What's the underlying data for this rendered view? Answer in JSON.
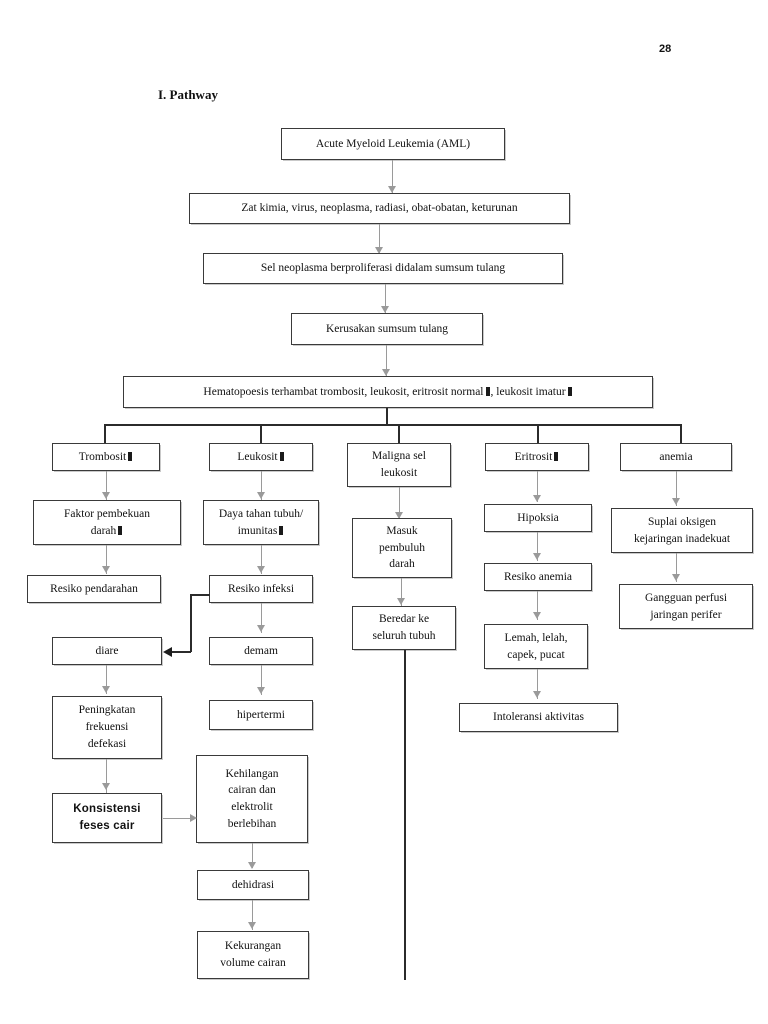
{
  "document": {
    "page_number": "28",
    "section_title": "I. Pathway"
  },
  "glyph": {
    "missing_arrow": "⬛",
    "note": "tofu box rendered where an up/down arrow glyph is missing from the font"
  },
  "chart_data": {
    "type": "diagram",
    "diagram_kind": "flowchart",
    "title": "I. Pathway",
    "nodes": [
      {
        "id": "aml",
        "label": "Acute Myeloid Leukemia (AML)",
        "lines": [
          "Acute Myeloid Leukemia (AML)"
        ]
      },
      {
        "id": "etiologi",
        "label": "Zat kimia, virus, neoplasma, radiasi, obat-obatan, keturunan",
        "lines": [
          "Zat kimia, virus, neoplasma, radiasi, obat-obatan, keturunan"
        ]
      },
      {
        "id": "proliferasi",
        "label": "Sel neoplasma berproliferasi didalam sumsum tulang",
        "lines": [
          "Sel neoplasma berproliferasi didalam sumsum tulang"
        ]
      },
      {
        "id": "kerusakan",
        "label": "Kerusakan sumsum tulang",
        "lines": [
          "Kerusakan sumsum tulang"
        ]
      },
      {
        "id": "hematopoesis",
        "label": "Hematopoesis terhambat trombosit, leukosit, eritrosit normal ↓, leukosit imatur ↑",
        "lines": [
          "Hematopoesis terhambat trombosit, leukosit, eritrosit normal ⬛, leukosit imatur ⬛"
        ]
      },
      {
        "id": "trombosit",
        "label": "Trombosit ↓",
        "lines": [
          "Trombosit ⬛"
        ]
      },
      {
        "id": "leukosit",
        "label": "Leukosit ↓",
        "lines": [
          "Leukosit ⬛"
        ]
      },
      {
        "id": "maligna",
        "label": "Maligna sel leukosit",
        "lines": [
          "Maligna sel",
          "leukosit"
        ]
      },
      {
        "id": "eritrosit",
        "label": "Eritrosit ↓",
        "lines": [
          "Eritrosit ⬛"
        ]
      },
      {
        "id": "anemia",
        "label": "anemia",
        "lines": [
          "anemia"
        ]
      },
      {
        "id": "faktor",
        "label": "Faktor pembekuan darah ↓",
        "lines": [
          "Faktor pembekuan",
          "darah ⬛"
        ]
      },
      {
        "id": "daya",
        "label": "Daya tahan tubuh/ imunitas ↓",
        "lines": [
          "Daya tahan tubuh/",
          "imunitas ⬛"
        ]
      },
      {
        "id": "masuk",
        "label": "Masuk pembuluh darah",
        "lines": [
          "Masuk",
          "pembuluh",
          "darah"
        ]
      },
      {
        "id": "hipoksia",
        "label": "Hipoksia",
        "lines": [
          "Hipoksia"
        ]
      },
      {
        "id": "suplai",
        "label": "Suplai oksigen kejaringan inadekuat",
        "lines": [
          "Suplai oksigen",
          "kejaringan inadekuat"
        ]
      },
      {
        "id": "pendarahan",
        "label": "Resiko pendarahan",
        "lines": [
          "Resiko pendarahan"
        ]
      },
      {
        "id": "infeksi",
        "label": "Resiko infeksi",
        "lines": [
          "Resiko infeksi"
        ]
      },
      {
        "id": "beredar",
        "label": "Beredar ke seluruh tubuh",
        "lines": [
          "Beredar ke",
          "seluruh tubuh"
        ]
      },
      {
        "id": "resikoanemia",
        "label": "Resiko anemia",
        "lines": [
          "Resiko anemia"
        ]
      },
      {
        "id": "perfusi",
        "label": "Gangguan perfusi jaringan perifer",
        "lines": [
          "Gangguan perfusi",
          "jaringan perifer"
        ]
      },
      {
        "id": "diare",
        "label": "diare",
        "lines": [
          "diare"
        ]
      },
      {
        "id": "demam",
        "label": "demam",
        "lines": [
          "demam"
        ]
      },
      {
        "id": "lemah",
        "label": "Lemah, lelah, capek, pucat",
        "lines": [
          "Lemah, lelah,",
          "capek, pucat"
        ]
      },
      {
        "id": "peningkatan",
        "label": "Peningkatan frekuensi defekasi",
        "lines": [
          "Peningkatan",
          "frekuensi",
          "defekasi"
        ]
      },
      {
        "id": "hipertermi",
        "label": "hipertermi",
        "lines": [
          "hipertermi"
        ]
      },
      {
        "id": "intoleransi",
        "label": "Intoleransi aktivitas",
        "lines": [
          "Intoleransi aktivitas"
        ]
      },
      {
        "id": "kehilangan",
        "label": "Kehilangan cairan dan elektrolit berlebihan",
        "lines": [
          "Kehilangan",
          "cairan dan",
          "elektrolit",
          "berlebihan"
        ]
      },
      {
        "id": "konsistensi",
        "label": "Konsistensi feses cair",
        "lines": [
          "Konsistensi",
          "feses cair"
        ],
        "bold": true
      },
      {
        "id": "dehidrasi",
        "label": "dehidrasi",
        "lines": [
          "dehidrasi"
        ]
      },
      {
        "id": "kekurangan",
        "label": "Kekurangan volume cairan",
        "lines": [
          "Kekurangan",
          "volume cairan"
        ]
      }
    ],
    "edges": [
      {
        "from": "aml",
        "to": "etiologi"
      },
      {
        "from": "etiologi",
        "to": "proliferasi"
      },
      {
        "from": "proliferasi",
        "to": "kerusakan"
      },
      {
        "from": "kerusakan",
        "to": "hematopoesis"
      },
      {
        "from": "hematopoesis",
        "to": "trombosit"
      },
      {
        "from": "hematopoesis",
        "to": "leukosit"
      },
      {
        "from": "hematopoesis",
        "to": "maligna"
      },
      {
        "from": "hematopoesis",
        "to": "eritrosit"
      },
      {
        "from": "hematopoesis",
        "to": "anemia"
      },
      {
        "from": "trombosit",
        "to": "faktor"
      },
      {
        "from": "faktor",
        "to": "pendarahan"
      },
      {
        "from": "leukosit",
        "to": "daya"
      },
      {
        "from": "daya",
        "to": "infeksi"
      },
      {
        "from": "infeksi",
        "to": "demam"
      },
      {
        "from": "infeksi",
        "to": "diare"
      },
      {
        "from": "demam",
        "to": "hipertermi"
      },
      {
        "from": "diare",
        "to": "peningkatan"
      },
      {
        "from": "peningkatan",
        "to": "konsistensi"
      },
      {
        "from": "konsistensi",
        "to": "kehilangan"
      },
      {
        "from": "kehilangan",
        "to": "dehidrasi"
      },
      {
        "from": "dehidrasi",
        "to": "kekurangan"
      },
      {
        "from": "maligna",
        "to": "masuk"
      },
      {
        "from": "masuk",
        "to": "beredar"
      },
      {
        "from": "eritrosit",
        "to": "hipoksia"
      },
      {
        "from": "hipoksia",
        "to": "resikoanemia"
      },
      {
        "from": "resikoanemia",
        "to": "lemah"
      },
      {
        "from": "lemah",
        "to": "intoleransi"
      },
      {
        "from": "anemia",
        "to": "suplai"
      },
      {
        "from": "suplai",
        "to": "perfusi"
      }
    ]
  }
}
